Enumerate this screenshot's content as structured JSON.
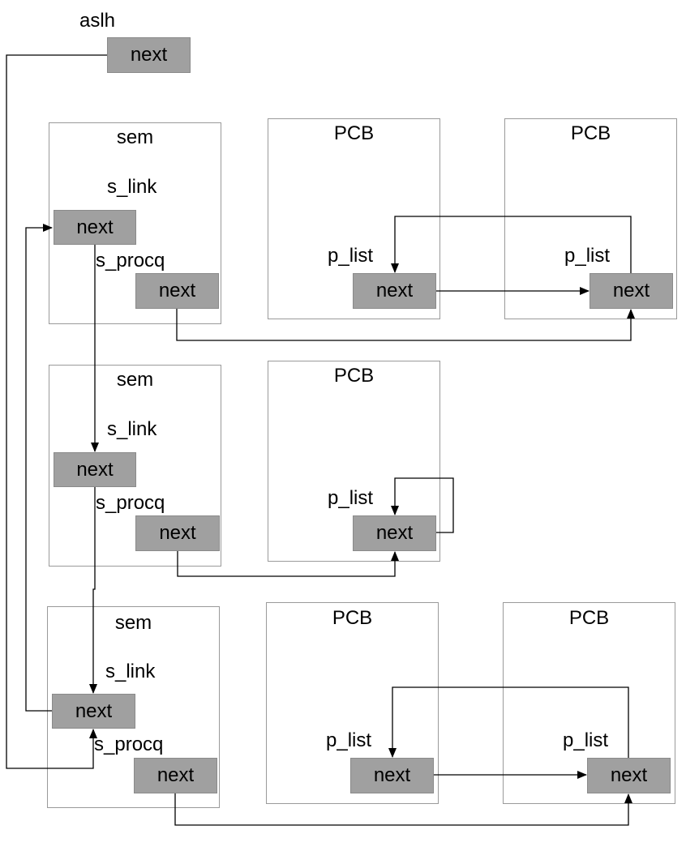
{
  "head": {
    "label": "aslh",
    "next": "next"
  },
  "semaphores": [
    {
      "title": "sem",
      "link_label": "s_link",
      "procq_label": "s_procq",
      "link_next": "next",
      "procq_next": "next"
    },
    {
      "title": "sem",
      "link_label": "s_link",
      "procq_label": "s_procq",
      "link_next": "next",
      "procq_next": "next"
    },
    {
      "title": "sem",
      "link_label": "s_link",
      "procq_label": "s_procq",
      "link_next": "next",
      "procq_next": "next"
    }
  ],
  "pcbs": [
    {
      "title": "PCB",
      "list_label": "p_list",
      "next": "next"
    },
    {
      "title": "PCB",
      "list_label": "p_list",
      "next": "next"
    },
    {
      "title": "PCB",
      "list_label": "p_list",
      "next": "next"
    },
    {
      "title": "PCB",
      "list_label": "p_list",
      "next": "next"
    },
    {
      "title": "PCB",
      "list_label": "p_list",
      "next": "next"
    }
  ]
}
